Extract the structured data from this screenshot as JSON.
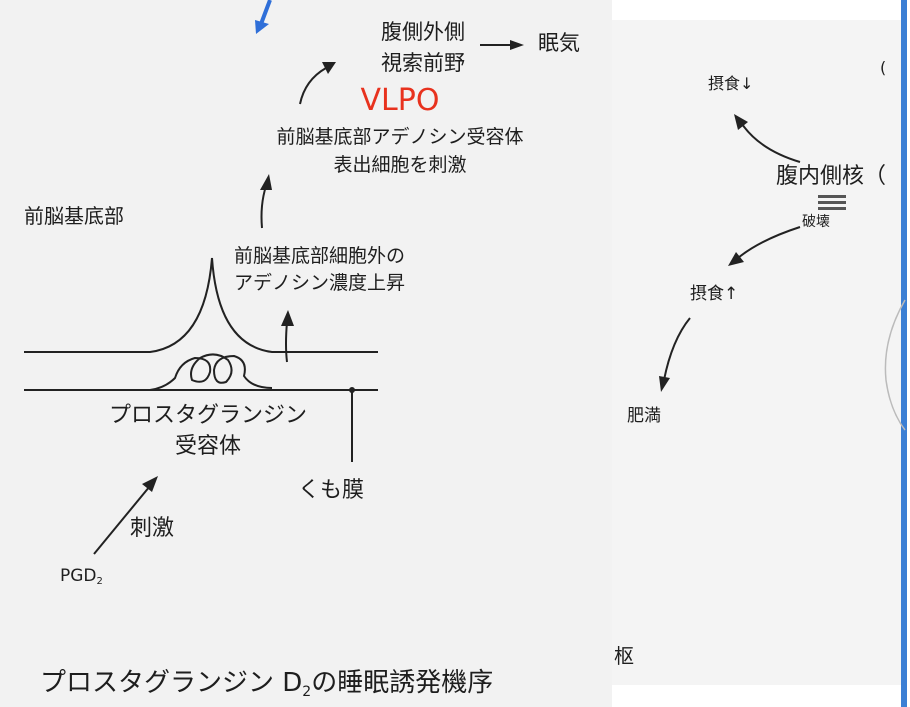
{
  "diagram": {
    "left": {
      "vlpo_region": [
        "腹側外側",
        "視索前野"
      ],
      "sleepiness": "眠気",
      "vlpo_tag": "VLPO",
      "receptor_cells": [
        "前脳基底部アデノシン受容体",
        "表出細胞を刺激"
      ],
      "basal_forebrain": "前脳基底部",
      "adenosine_rise": [
        "前脳基底部細胞外の",
        "アデノシン濃度上昇"
      ],
      "pg_receptor": [
        "プロスタグランジン",
        "受容体"
      ],
      "arachnoid": "くも膜",
      "stimulus": "刺激",
      "pgd2": "PGD",
      "pgd2_sub": "2",
      "caption": "プロスタグランジン D",
      "caption_sub": "2",
      "caption_tail": "の睡眠誘発機序"
    },
    "right": {
      "feeding_down": "摂食↓",
      "corner_glyph": "(",
      "vmh": "腹内側核（",
      "destruction": "破壊",
      "feeding_up": "摂食↑",
      "obesity": "肥満",
      "fragment": "枢"
    }
  },
  "colors": {
    "vlpo_red": "#e8321e",
    "pointer_blue": "#2f6fd8",
    "border_blue": "#3b7fd4",
    "text": "#1e1e1e"
  }
}
